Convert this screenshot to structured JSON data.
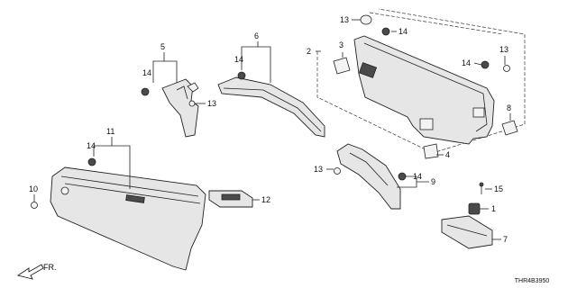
{
  "diagram_code": "THR4B3950",
  "direction_label": "FR.",
  "callouts": [
    "1",
    "2",
    "3",
    "4",
    "5",
    "6",
    "7",
    "8",
    "9",
    "10",
    "11",
    "12",
    "13",
    "14",
    "15"
  ]
}
